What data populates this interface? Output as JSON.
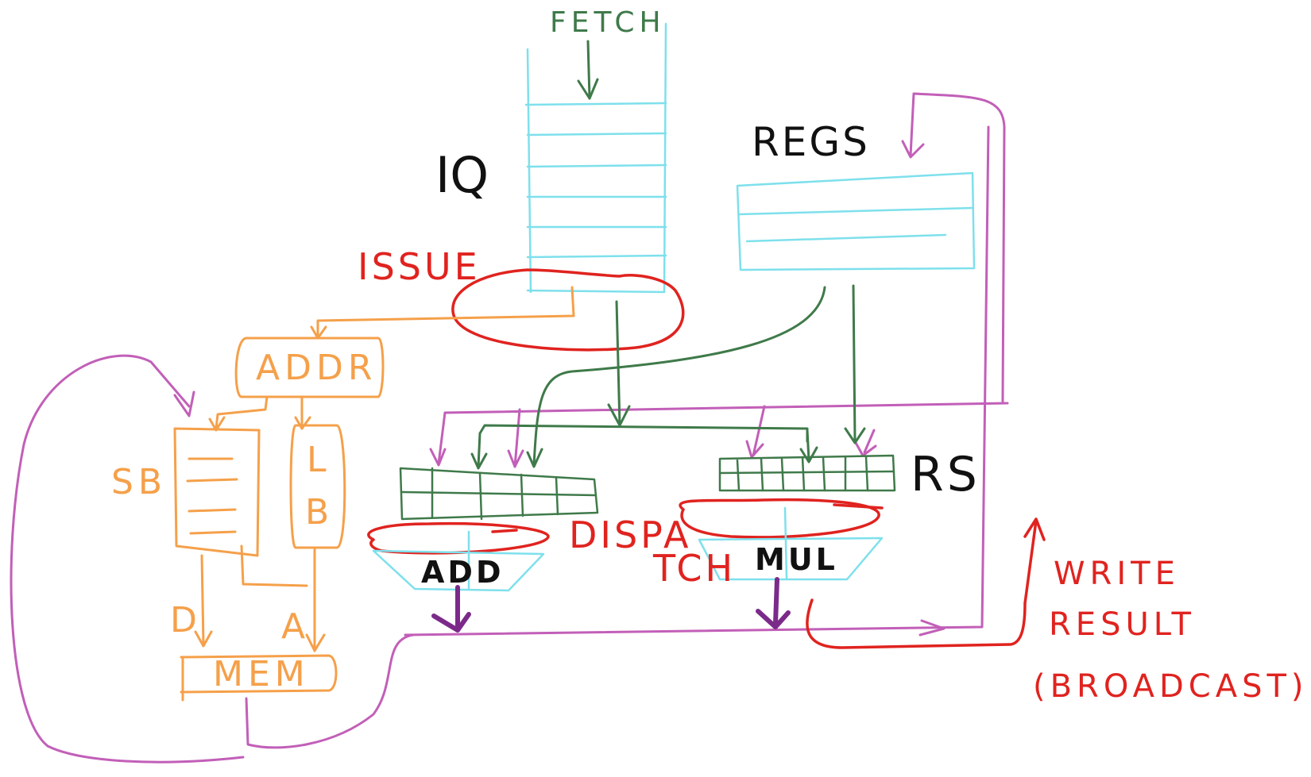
{
  "labels": {
    "fetch": "FETCH",
    "iq": "IQ",
    "regs": "REGS",
    "issue": "ISSUE",
    "addr": "ADDR",
    "sb": "SB",
    "lb_top": "L",
    "lb_bottom": "B",
    "d": "D",
    "a": "A",
    "mem": "MEM",
    "add": "ADD",
    "mul": "MUL",
    "rs": "RS",
    "dispatch_part1": "DISPA",
    "dispatch_part2": "TCH",
    "write": "WRITE",
    "result": "RESULT",
    "broadcast": "(BROADCAST)"
  },
  "colors": {
    "cyan": "#7ee0ec",
    "green": "#3f7a4a",
    "purple": "#c25fb8",
    "red": "#e0231f",
    "orange": "#f5a04a",
    "black": "#111111",
    "add_arrow": "#7b2a8a"
  }
}
